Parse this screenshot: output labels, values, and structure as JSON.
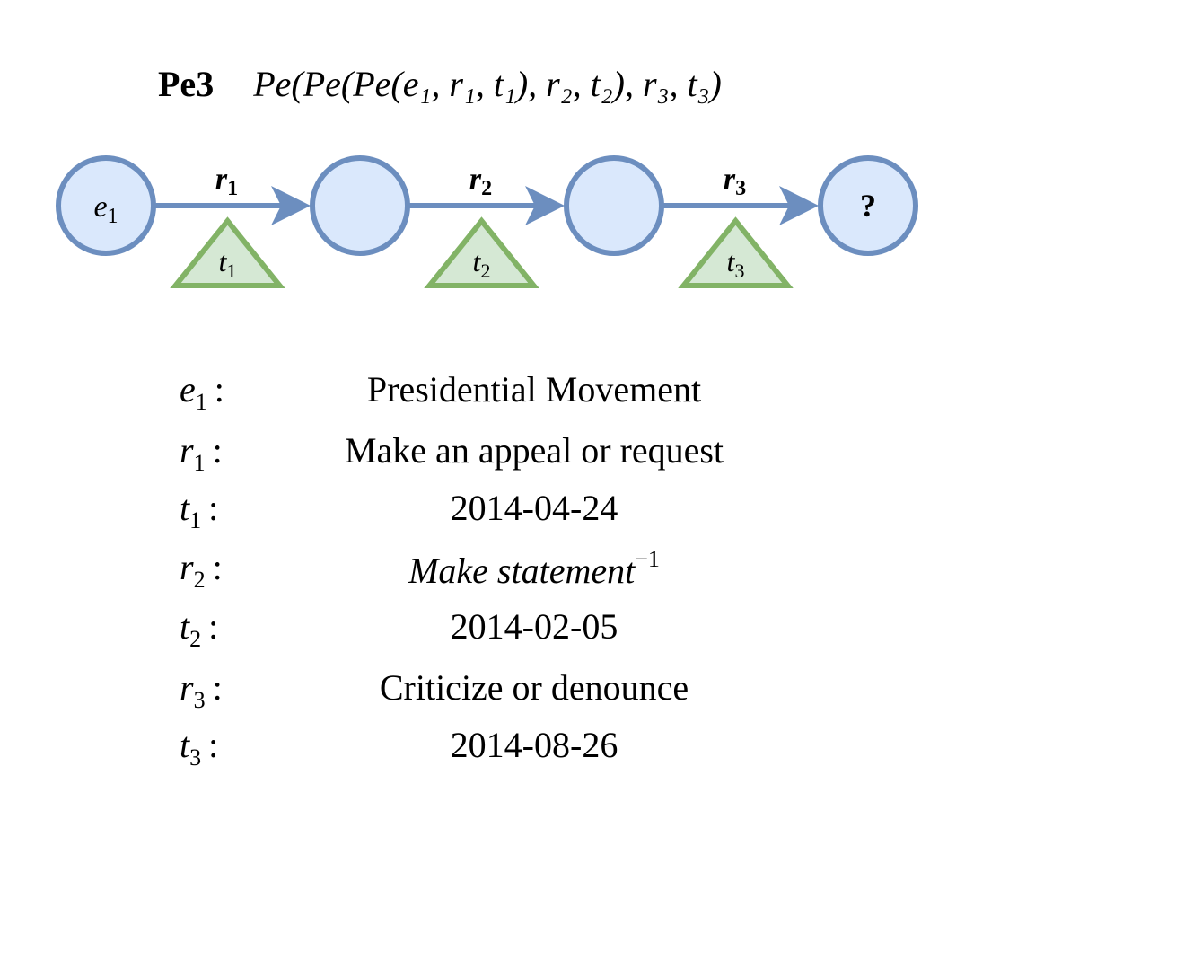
{
  "header": {
    "tag": "Pe3",
    "formula": "Pe(Pe(Pe(e₁, r₁, t₁), r₂, t₂), r₃, t₃)"
  },
  "graph": {
    "nodes": [
      {
        "id": "n0",
        "label": "e",
        "sub": "1"
      },
      {
        "id": "n1",
        "label": "",
        "sub": ""
      },
      {
        "id": "n2",
        "label": "",
        "sub": ""
      },
      {
        "id": "n3",
        "label": "?",
        "sub": ""
      }
    ],
    "edges": [
      {
        "label": "r",
        "sub": "1",
        "time": "t",
        "time_sub": "1"
      },
      {
        "label": "r",
        "sub": "2",
        "time": "t",
        "time_sub": "2"
      },
      {
        "label": "r",
        "sub": "3",
        "time": "t",
        "time_sub": "3"
      }
    ],
    "colors": {
      "node_fill": "#dae8fc",
      "node_stroke": "#6c8ebf",
      "triangle_fill": "#d5e8d4",
      "triangle_stroke": "#82b366"
    }
  },
  "legend": [
    {
      "sym": "e",
      "sub": "1",
      "value": "Presidential Movement",
      "math": false
    },
    {
      "sym": "r",
      "sub": "1",
      "value": "Make an appeal or request",
      "math": false
    },
    {
      "sym": "t",
      "sub": "1",
      "value": "2014-04-24",
      "math": false
    },
    {
      "sym": "r",
      "sub": "2",
      "value": "Make statement",
      "sup": "−1",
      "math": true
    },
    {
      "sym": "t",
      "sub": "2",
      "value": "2014-02-05",
      "math": false
    },
    {
      "sym": "r",
      "sub": "3",
      "value": "Criticize or denounce",
      "math": false
    },
    {
      "sym": "t",
      "sub": "3",
      "value": "2014-08-26",
      "math": false
    }
  ]
}
